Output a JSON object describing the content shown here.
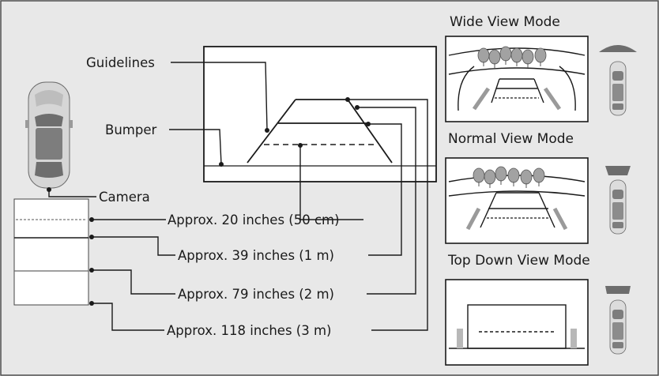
{
  "labels": {
    "guidelines": "Guidelines",
    "bumper": "Bumper",
    "camera": "Camera",
    "dist_20": "Approx. 20 inches (50 cm)",
    "dist_39": "Approx. 39 inches (1 m)",
    "dist_79": "Approx. 79 inches (2 m)",
    "dist_118": "Approx. 118 inches (3 m)"
  },
  "modes": [
    {
      "title": "Wide View Mode"
    },
    {
      "title": "Normal View Mode"
    },
    {
      "title": "Top Down View Mode"
    }
  ],
  "colors": {
    "background": "#e8e8e8",
    "frame": "#1a1a1a",
    "car_body": "#d9d9d9",
    "car_glass": "#7a7a7a",
    "panel": "#ffffff",
    "trees": "#9c9c9c"
  }
}
